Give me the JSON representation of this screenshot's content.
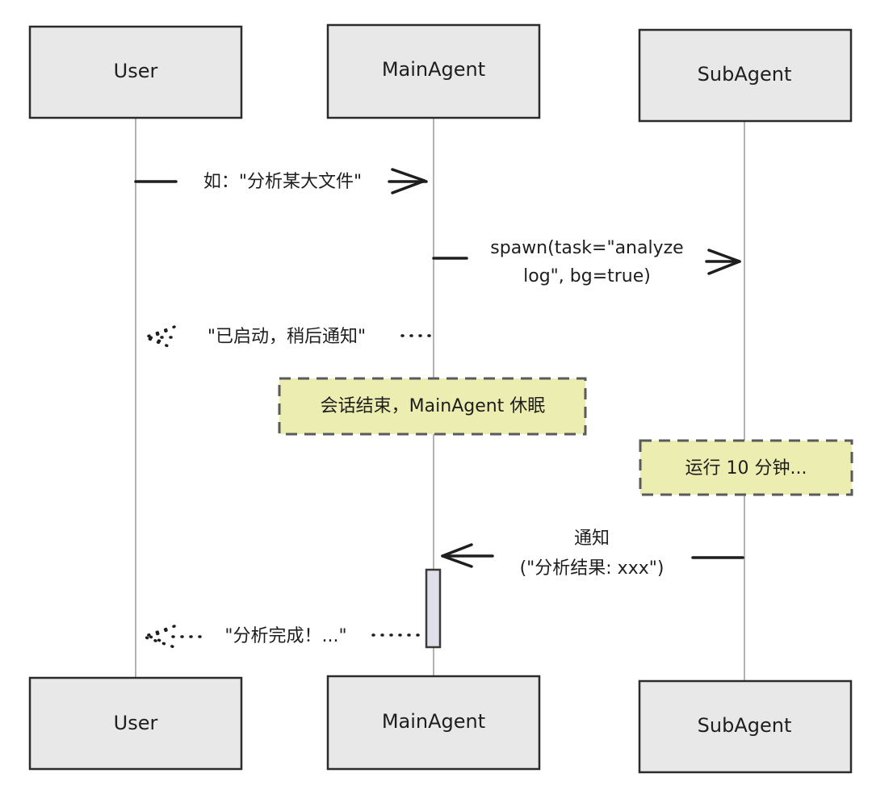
{
  "participants": {
    "user": "User",
    "main": "MainAgent",
    "sub": "SubAgent"
  },
  "messages": {
    "m1": "如：\"分析某大文件\"",
    "m2_line1": "spawn(task=\"analyze",
    "m2_line2": "log\", bg=true)",
    "m3": "\"已启动，稍后通知\"",
    "m4_line1": "通知",
    "m4_line2": "(\"分析结果: xxx\")",
    "m5": "\"分析完成！...\""
  },
  "notes": {
    "main_sleep": "会话结束，MainAgent 休眠",
    "sub_run": "运行 10 分钟..."
  },
  "colors": {
    "note_fill": "#ecedb0",
    "box_fill": "#e8e8e8",
    "line": "#1e1e1e"
  }
}
